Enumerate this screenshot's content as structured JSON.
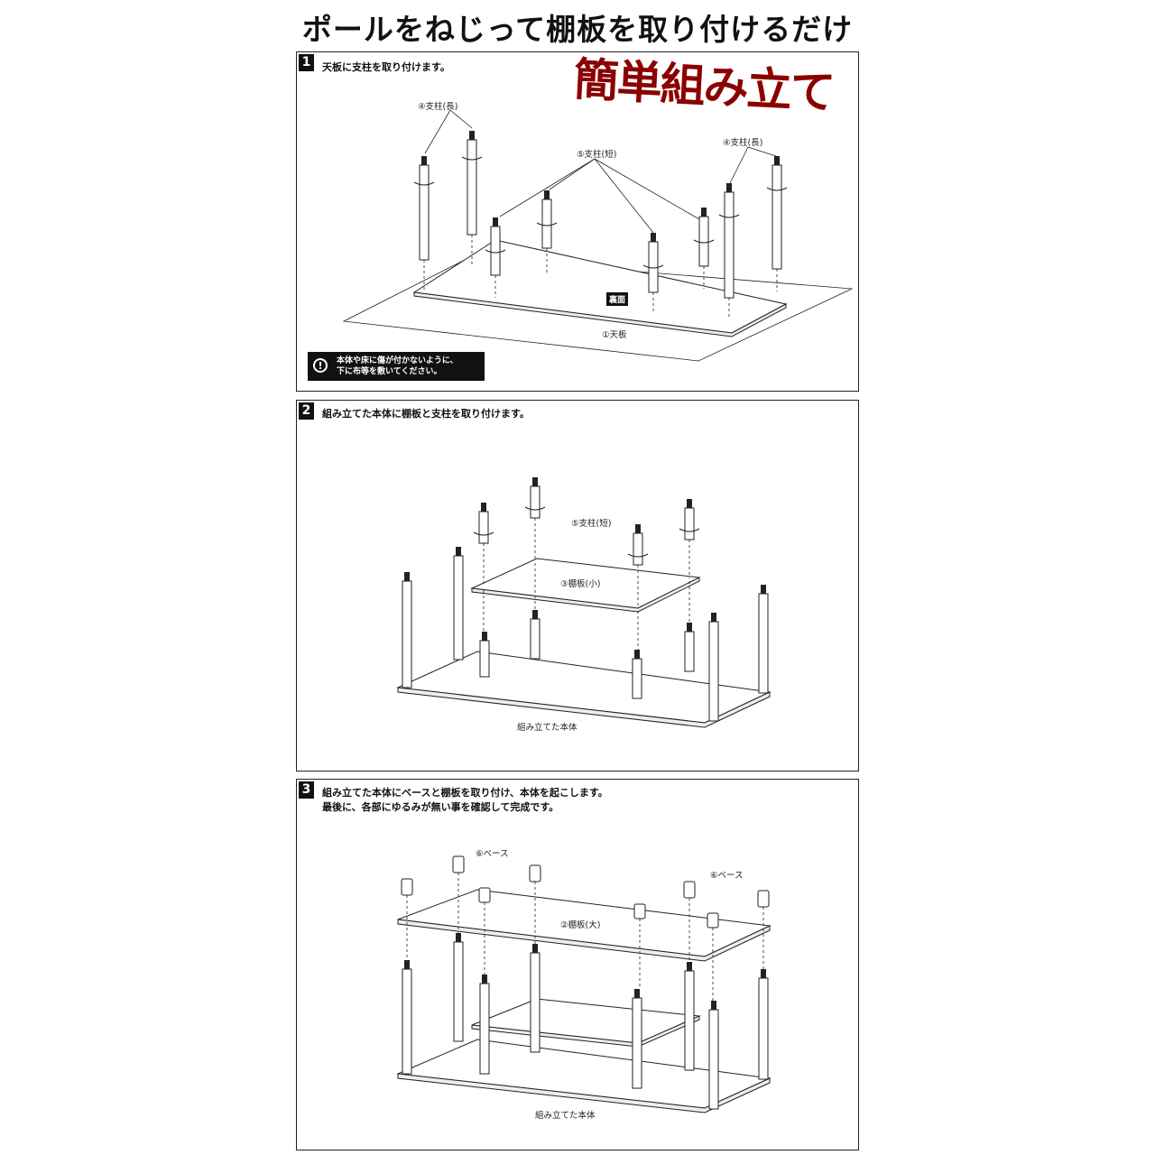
{
  "headline": "ポールをねじって棚板を取り付けるだけ",
  "badge": "簡単組み立て",
  "step1": {
    "number": "1",
    "instruction": "天板に支柱を取り付けます。",
    "label_long_left": "④支柱(長)",
    "label_long_right": "④支柱(長)",
    "label_short": "⑤支柱(短)",
    "label_back": "裏面",
    "label_top": "①天板",
    "caution_line1": "本体や床に傷が付かないように、",
    "caution_line2": "下に布等を敷いてください。"
  },
  "step2": {
    "number": "2",
    "instruction": "組み立てた本体に棚板と支柱を取り付けます。",
    "label_short": "⑤支柱(短)",
    "label_small_shelf": "③棚板(小)",
    "label_assembled": "組み立てた本体"
  },
  "step3": {
    "number": "3",
    "instruction_line1": "組み立てた本体にベースと棚板を取り付け、本体を起こします。",
    "instruction_line2": "最後に、各部にゆるみが無い事を確認して完成です。",
    "label_base_left": "⑥ベース",
    "label_base_right": "⑥ベース",
    "label_large_shelf": "②棚板(大)",
    "label_assembled": "組み立てた本体"
  },
  "colors": {
    "badge": "#8b0000",
    "ink": "#111111"
  },
  "icons": [
    "exclamation-circle-icon",
    "rotate-arrow-icon"
  ]
}
